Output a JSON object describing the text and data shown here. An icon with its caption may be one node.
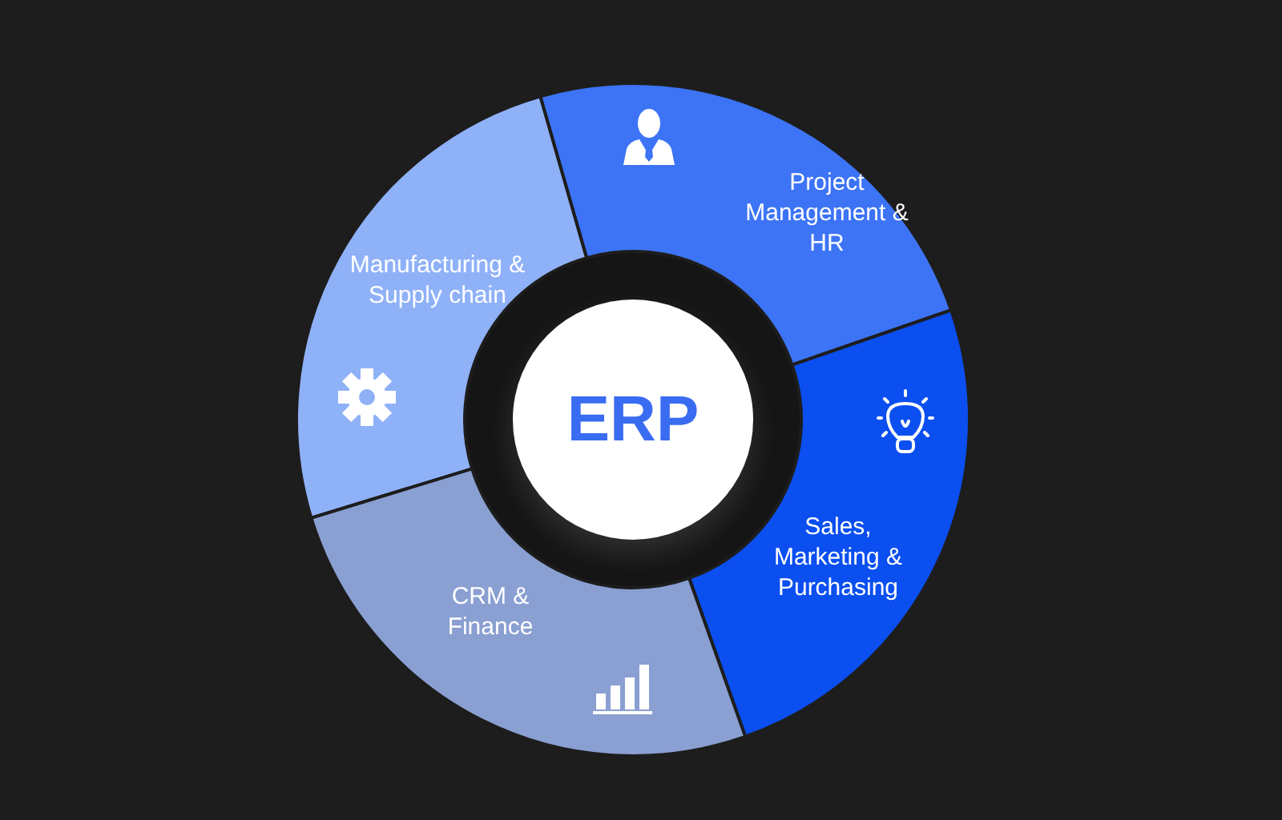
{
  "diagram": {
    "nodes": [
      {
        "text": [
          "Project Management & HR"
        ]
      },
      {
        "text": [
          "Manufacturing & Supply chain"
        ]
      },
      {
        "text": [
          "ERP"
        ]
      },
      {
        "text": [
          "Sales, Marketing & Purchasing"
        ]
      },
      {
        "text": [
          "CRM & Finance"
        ]
      }
    ]
  }
}
